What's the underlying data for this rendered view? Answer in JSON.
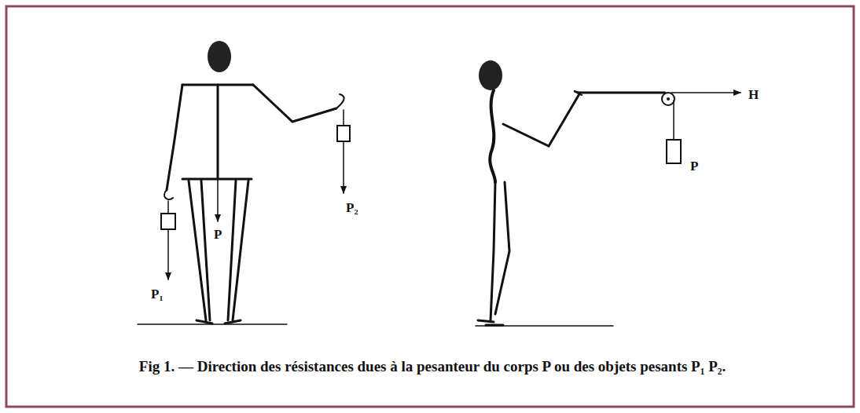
{
  "diagram": {
    "caption": "Fig 1. — Direction des résistances dues à la pesanteur du corps P ou des objets pesants P₁ P₂.",
    "labels": [
      "P₁",
      "P",
      "P₂",
      "H",
      "P"
    ]
  }
}
